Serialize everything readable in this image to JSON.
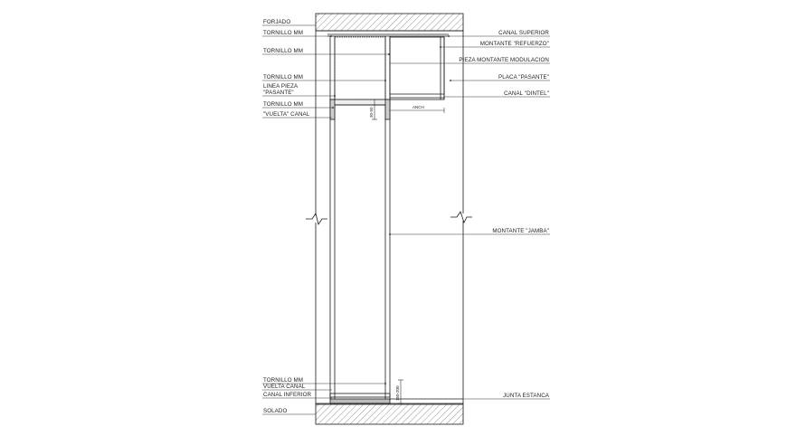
{
  "labels_left": [
    {
      "id": "forjado",
      "text": "FORJADO"
    },
    {
      "id": "tornillo-1",
      "text": "TORNILLO MM"
    },
    {
      "id": "tornillo-2",
      "text": "TORNILLO MM"
    },
    {
      "id": "tornillo-3",
      "text": "TORNILLO MM"
    },
    {
      "id": "linea-pieza-1",
      "text": "LINEA PIEZA"
    },
    {
      "id": "linea-pieza-2",
      "text": "\"PASANTE\""
    },
    {
      "id": "tornillo-4",
      "text": "TORNILLO MM"
    },
    {
      "id": "vuelta-canal-1",
      "text": "\"VUELTA\" CANAL"
    },
    {
      "id": "tornillo-5",
      "text": "TORNILLO MM"
    },
    {
      "id": "vuelta-canal-2",
      "text": "VUELTA CANAL"
    },
    {
      "id": "canal-inferior",
      "text": "CANAL INFERIOR"
    },
    {
      "id": "solado",
      "text": "SOLADO"
    }
  ],
  "labels_right": [
    {
      "id": "canal-superior",
      "text": "CANAL SUPERIOR"
    },
    {
      "id": "montante-refuerzo",
      "text": "MONTANTE \"REFUERZO\""
    },
    {
      "id": "pieza-montante",
      "text": "PIEZA MONTANTE MODULACION"
    },
    {
      "id": "placa-pasante",
      "text": "PLACA \"PASANTE\""
    },
    {
      "id": "canal-dintel",
      "text": "CANAL \"DINTEL\""
    },
    {
      "id": "montante-jamba",
      "text": "MONTANTE \"JAMBA\""
    },
    {
      "id": "junta-estanca",
      "text": "JUNTA ESTANCA"
    }
  ],
  "dimensions": {
    "lintel_width": "ANCH",
    "lintel_height": "30-50",
    "base_height": "150-200"
  },
  "colors": {
    "line": "#1a1a1a",
    "hatch": "#555555",
    "leader": "#333333"
  }
}
